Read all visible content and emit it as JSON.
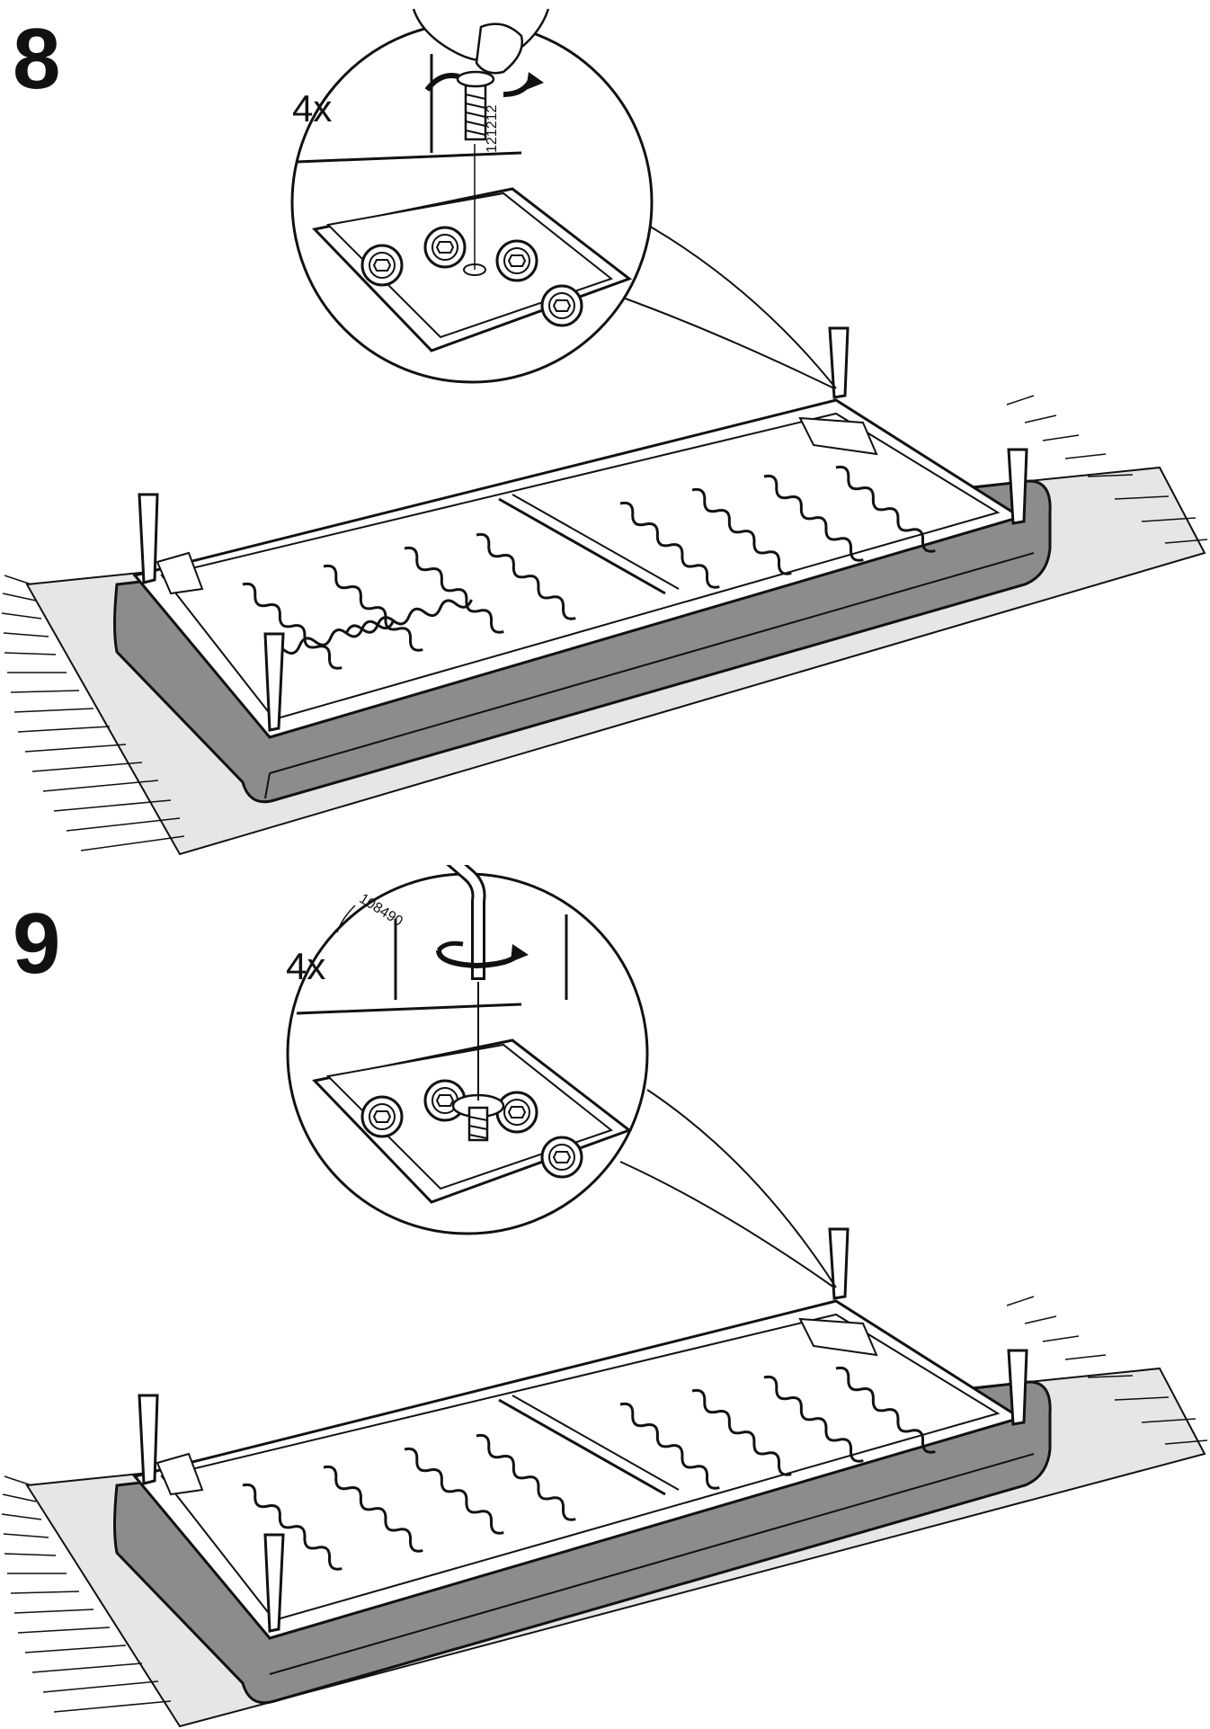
{
  "steps": [
    {
      "number": "8",
      "quantity": "4x",
      "part_number": "121212",
      "action": "hand-tighten-screw"
    },
    {
      "number": "9",
      "quantity": "4x",
      "part_number": "108490",
      "action": "allen-key-tighten"
    }
  ],
  "colors": {
    "ink": "#111111",
    "upholstery": "#8c8c8c",
    "rug": "#e6e6e6",
    "paper": "#ffffff"
  },
  "icons": [
    "rotation-arrow-icon",
    "allen-key-icon",
    "screw-icon",
    "hand-icon"
  ]
}
